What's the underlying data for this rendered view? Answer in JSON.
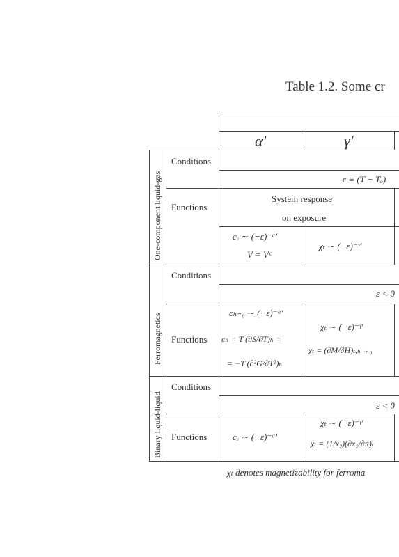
{
  "caption": "Table 1.2. Some cr",
  "columns": [
    "α′",
    "γ′"
  ],
  "row_groups": [
    {
      "label": "One-component liquid-gas",
      "conditions_label": "Conditions",
      "condition_value": "ε ≡ (T − Tₒ)",
      "functions_label": "Functions",
      "response_line1": "System response",
      "response_line2": "on exposure",
      "alpha_cell": [
        "cᵥ ∼ (−ε)⁻ᵅ′",
        "V = Vᶜ"
      ],
      "gamma_cell": [
        "χₜ ∼ (−ε)⁻ᵞ′"
      ]
    },
    {
      "label": "Ferromagnetics",
      "conditions_label": "Conditions",
      "condition_value": "ε < 0",
      "functions_label": "Functions",
      "alpha_cell": [
        "cₕ₌₀ ∼ (−ε)⁻ᵅ′",
        "cₕ = T (∂S/∂T)ₕ =",
        "= −T (∂²G/∂T²)ₕ"
      ],
      "gamma_cell": [
        "χₜ ∼ (−ε)⁻ᵞ′",
        "χₜ = (∂M/∂H)ₜ,ₕ→₀"
      ]
    },
    {
      "label": "Binary liquid-liquid",
      "conditions_label": "Conditions",
      "condition_value": "ε < 0",
      "functions_label": "Functions",
      "alpha_cell": [
        "cᵥ ∼ (−ε)⁻ᵅ′"
      ],
      "gamma_cell": [
        "χₜ ∼ (−ε)⁻ᵞ′",
        "χₜ = (1/x₂)(∂x₂/∂π)ₜ"
      ]
    }
  ],
  "footnote": "χₜ denotes magnetizability for ferroma"
}
